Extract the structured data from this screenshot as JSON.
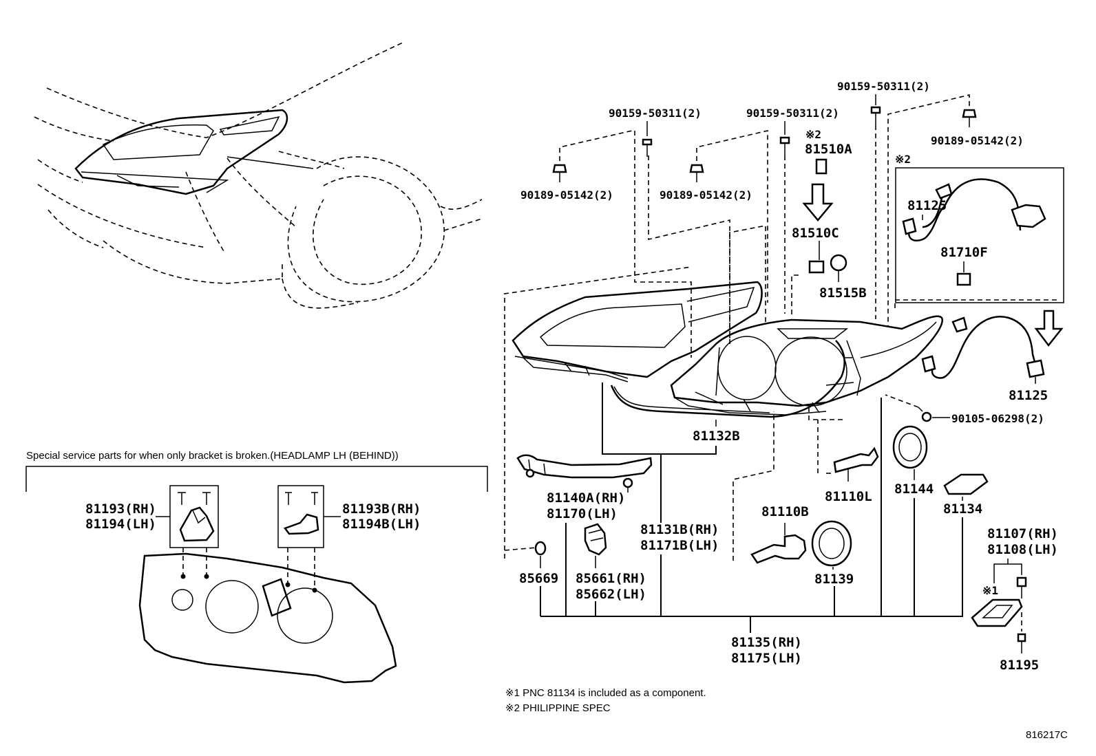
{
  "labels": {
    "p90159_top": "90159-50311(2)",
    "p90159_left": "90159-50311(2)",
    "p90159_mid": "90159-50311(2)",
    "p90189_right": "90189-05142(2)",
    "p90189_left": "90189-05142(2)",
    "p90189_mid": "90189-05142(2)",
    "mark2_a": "※2",
    "p81510A": "81510A",
    "p81510C": "81510C",
    "p81515B": "81515B",
    "mark2_box": "※2",
    "p81125_top": "81125",
    "p81710F": "81710F",
    "p81125_bot": "81125",
    "p90105": "90105-06298(2)",
    "p81132B": "81132B",
    "p81140A": "81140A(RH)",
    "p81170": "81170(LH)",
    "p81131B": "81131B(RH)",
    "p81171B": "81171B(LH)",
    "p81110L": "81110L",
    "p81144": "81144",
    "p81134": "81134",
    "p81110B": "81110B",
    "p81139": "81139",
    "p85669": "85669",
    "p85661": "85661(RH)",
    "p85662": "85662(LH)",
    "p81107": "81107(RH)",
    "p81108": "81108(LH)",
    "mark1": "※1",
    "p81135": "81135(RH)",
    "p81175": "81175(LH)",
    "p81195": "81195",
    "p81193": "81193(RH)",
    "p81194": "81194(LH)",
    "p81193B": "81193B(RH)",
    "p81194B": "81194B(LH)"
  },
  "notes": {
    "special_service": "Special service parts for when only bracket is broken.(HEADLAMP LH (BEHIND))",
    "note1": "※1 PNC 81134 is included as a component.",
    "note2": "※2 PHILIPPINE SPEC",
    "figure_code": "816217C"
  }
}
